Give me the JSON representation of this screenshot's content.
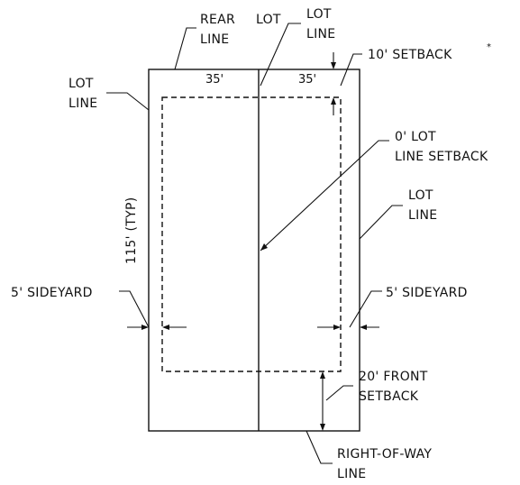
{
  "labels": {
    "rear_line_1": "REAR",
    "rear_line_2": "LINE",
    "lot_top": "LOT",
    "lot_line_top_1": "LOT",
    "lot_line_top_2": "LINE",
    "lot_line_left_1": "LOT",
    "lot_line_left_2": "LINE",
    "setback_10": "10' SETBACK",
    "setback_star": "*",
    "zero_setback_1": "0' LOT",
    "zero_setback_2": "LINE SETBACK",
    "lot_line_right_1": "LOT",
    "lot_line_right_2": "LINE",
    "depth_typ": "115' (TYP)",
    "sideyard_left": "5' SIDEYARD",
    "sideyard_right": "5' SIDEYARD",
    "front_setback_1": "20' FRONT",
    "front_setback_2": "SETBACK",
    "row_1": "RIGHT-OF-WAY",
    "row_2": "LINE",
    "width_left": "35'",
    "width_right": "35'"
  }
}
